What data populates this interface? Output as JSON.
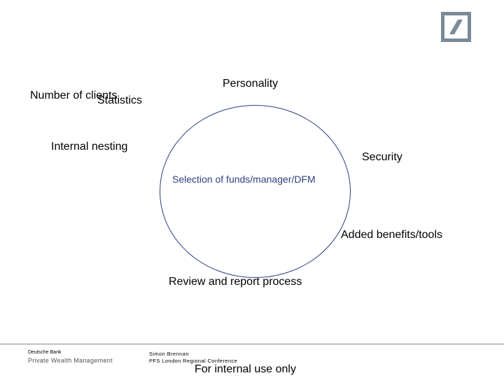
{
  "logo": {
    "name": "deutsche-bank-logo"
  },
  "diagram": {
    "center": "Selection of funds/manager/DFM",
    "labels": {
      "number_of_clients": "Number of clients",
      "statistics": "Statistics",
      "personality": "Personality",
      "internal_nesting": "Internal nesting",
      "security": "Security",
      "added_benefits": "Added benefits/tools",
      "review": "Review and report process"
    }
  },
  "footer": {
    "brand": "Deutsche Bank",
    "division": "Private Wealth Management",
    "author": "Simon Brennan",
    "event": "PFS London Regional Conference",
    "notice": "For internal use only"
  }
}
